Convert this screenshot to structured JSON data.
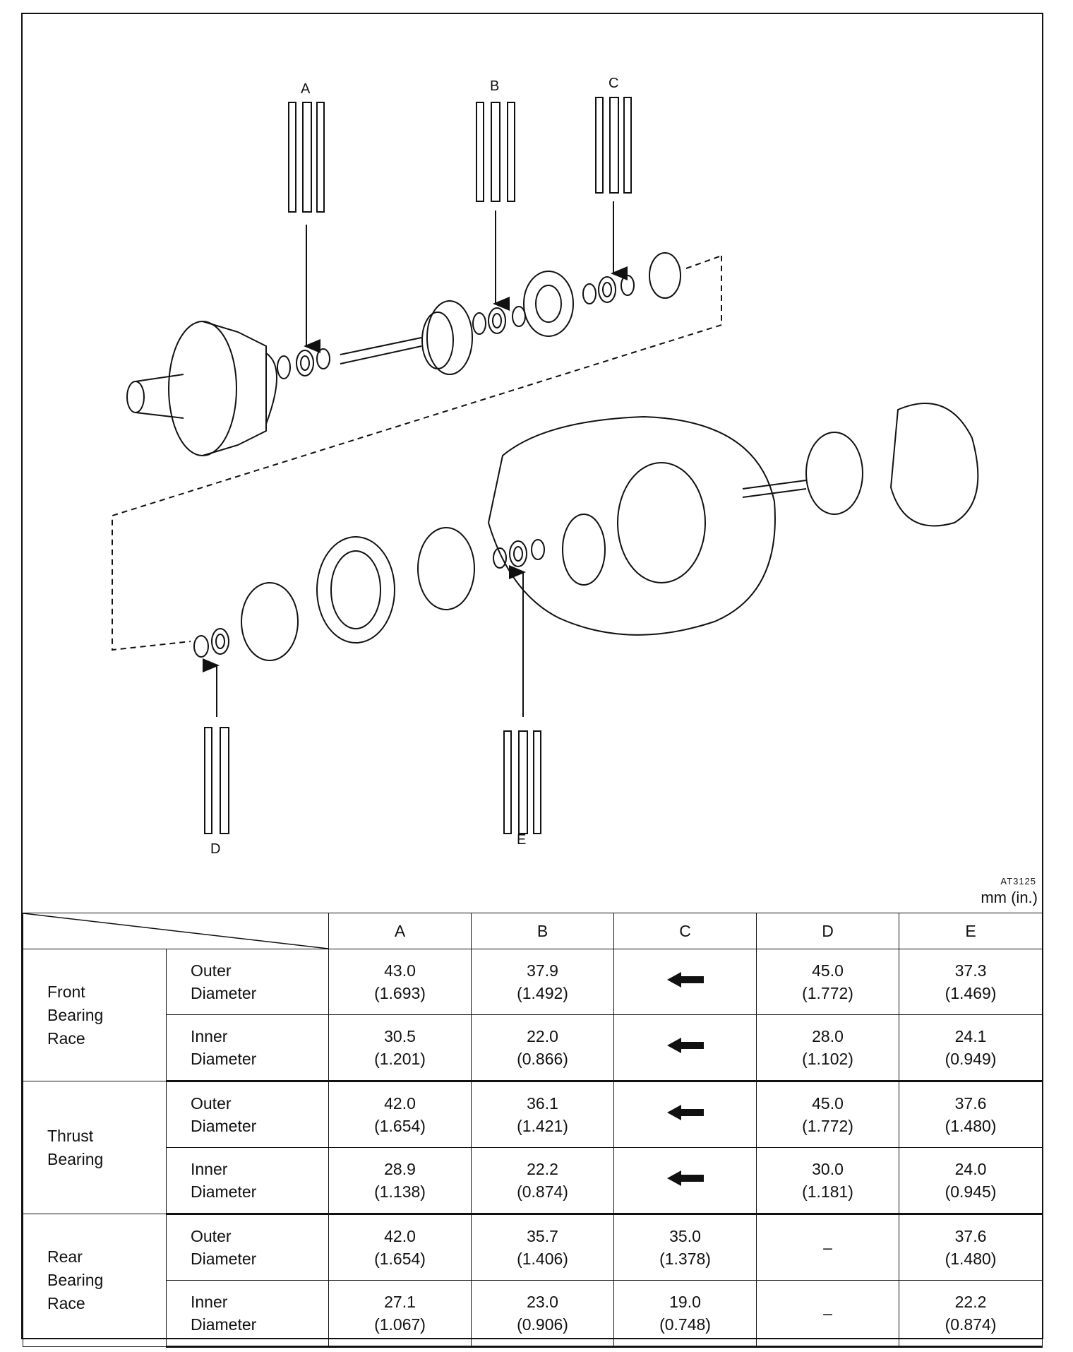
{
  "figure": {
    "callouts": [
      "A",
      "B",
      "C",
      "D",
      "E"
    ],
    "code": "AT3125"
  },
  "table": {
    "unit": "mm (in.)",
    "columns": [
      "A",
      "B",
      "C",
      "D",
      "E"
    ],
    "groups": [
      {
        "name_lines": [
          "Front",
          "Bearing",
          "Race"
        ],
        "rows": [
          {
            "label_lines": [
              "Outer",
              "Diameter"
            ],
            "cells": [
              [
                "43.0",
                "(1.693)"
              ],
              [
                "37.9",
                "(1.492)"
              ],
              "arrow",
              [
                "45.0",
                "(1.772)"
              ],
              [
                "37.3",
                "(1.469)"
              ]
            ]
          },
          {
            "label_lines": [
              "Inner",
              "Diameter"
            ],
            "cells": [
              [
                "30.5",
                "(1.201)"
              ],
              [
                "22.0",
                "(0.866)"
              ],
              "arrow",
              [
                "28.0",
                "(1.102)"
              ],
              [
                "24.1",
                "(0.949)"
              ]
            ]
          }
        ]
      },
      {
        "name_lines": [
          "Thrust",
          "Bearing"
        ],
        "rows": [
          {
            "label_lines": [
              "Outer",
              "Diameter"
            ],
            "cells": [
              [
                "42.0",
                "(1.654)"
              ],
              [
                "36.1",
                "(1.421)"
              ],
              "arrow",
              [
                "45.0",
                "(1.772)"
              ],
              [
                "37.6",
                "(1.480)"
              ]
            ]
          },
          {
            "label_lines": [
              "Inner",
              "Diameter"
            ],
            "cells": [
              [
                "28.9",
                "(1.138)"
              ],
              [
                "22.2",
                "(0.874)"
              ],
              "arrow",
              [
                "30.0",
                "(1.181)"
              ],
              [
                "24.0",
                "(0.945)"
              ]
            ]
          }
        ]
      },
      {
        "name_lines": [
          "Rear",
          "Bearing",
          "Race"
        ],
        "rows": [
          {
            "label_lines": [
              "Outer",
              "Diameter"
            ],
            "cells": [
              [
                "42.0",
                "(1.654)"
              ],
              [
                "35.7",
                "(1.406)"
              ],
              [
                "35.0",
                "(1.378)"
              ],
              "–",
              [
                "37.6",
                "(1.480)"
              ]
            ]
          },
          {
            "label_lines": [
              "Inner",
              "Diameter"
            ],
            "cells": [
              [
                "27.1",
                "(1.067)"
              ],
              [
                "23.0",
                "(0.906)"
              ],
              [
                "19.0",
                "(0.748)"
              ],
              "–",
              [
                "22.2",
                "(0.874)"
              ]
            ]
          }
        ]
      }
    ]
  }
}
